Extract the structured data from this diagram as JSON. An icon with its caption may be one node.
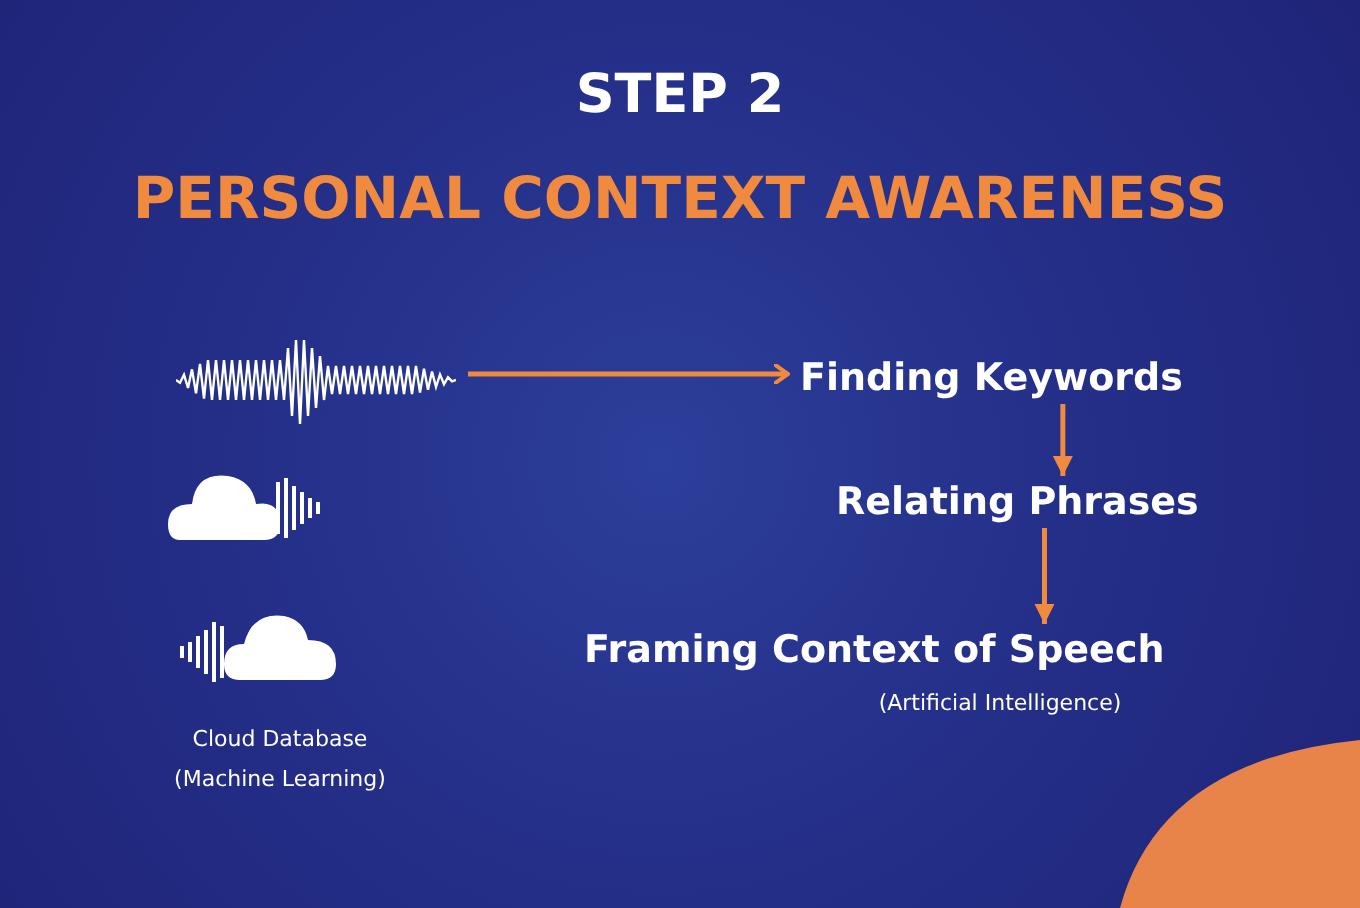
{
  "diagram": {
    "title": "STEP 2",
    "caption": "PERSONAL CONTEXT AWARENESS",
    "nodes": [
      {
        "text": [],
        "shape": "picture"
      },
      {
        "text": [],
        "shape": "picture"
      },
      {
        "text": [],
        "shape": "picture",
        "beside": [
          "Cloud Database (Machine Learning)"
        ]
      },
      {
        "text": [
          "Finding Keywords"
        ]
      },
      {
        "text": [
          "Relating Phrases"
        ]
      },
      {
        "text": [
          "Framing Context of Speech"
        ],
        "beside": [
          "(Artificial Intelligence)"
        ]
      }
    ],
    "edges": [
      {
        "from": 0,
        "to": 3,
        "arrow": "to"
      },
      {
        "from": 3,
        "to": 4,
        "arrow": "to"
      },
      {
        "from": 4,
        "to": 5,
        "arrow": "to"
      }
    ]
  }
}
